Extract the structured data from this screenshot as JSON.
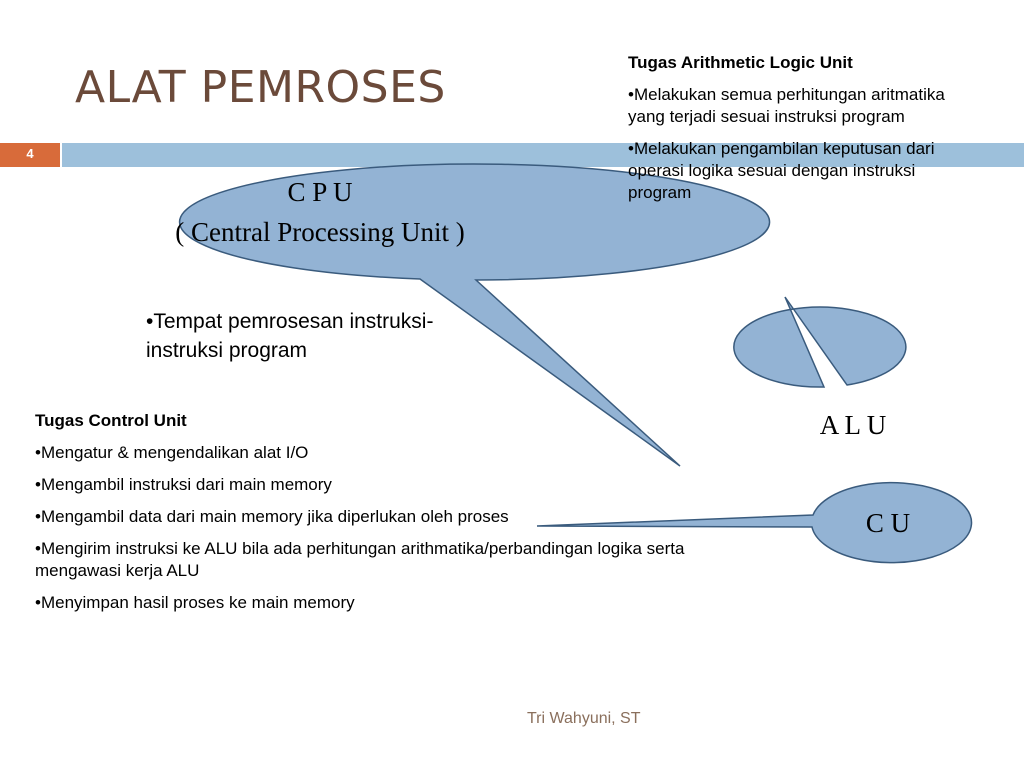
{
  "slide": {
    "title": "ALAT PEMROSES",
    "number": "4",
    "footer": "Tri Wahyuni, ST"
  },
  "cpu": {
    "line1": "C P U",
    "line2": "( Central Processing Unit )",
    "description": "•Tempat pemrosesan instruksi-instruksi program"
  },
  "alu": {
    "label": "A L U",
    "heading": "Tugas Arithmetic Logic Unit",
    "items": [
      "•Melakukan semua perhitungan aritmatika yang terjadi sesuai instruksi program",
      "•Melakukan pengambilan keputusan dari operasi logika sesuai dengan instruksi program"
    ]
  },
  "cu": {
    "label": "C U",
    "heading": "Tugas Control Unit",
    "items": [
      "•Mengatur & mengendalikan alat I/O",
      "•Mengambil instruksi dari main memory",
      "•Mengambil data dari main memory jika diperlukan oleh proses",
      "•Mengirim instruksi ke ALU bila ada perhitungan arithmatika/perbandingan logika serta mengawasi kerja ALU",
      "•Menyimpan hasil proses ke main memory"
    ]
  },
  "colors": {
    "title": "#6b4a3a",
    "accent_bar": "#9dc0db",
    "slide_number_box": "#d86b3a",
    "callout_fill": "#93b3d4",
    "callout_stroke": "#3a5b7d"
  }
}
